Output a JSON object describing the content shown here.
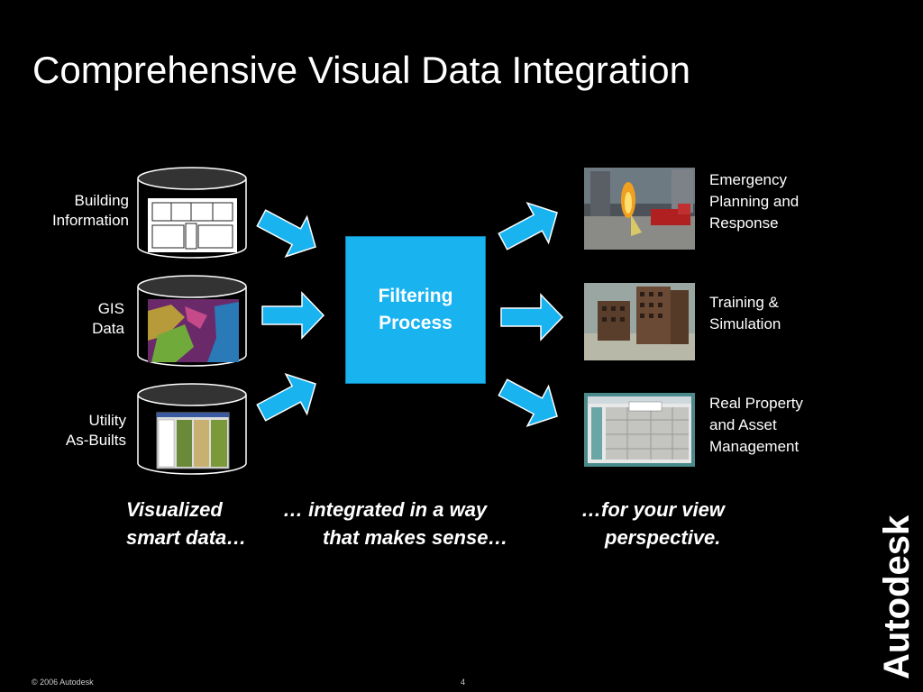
{
  "slide": {
    "title": "Comprehensive Visual Data Integration",
    "sources": [
      {
        "line1": "Building",
        "line2": "Information"
      },
      {
        "line1": "GIS",
        "line2": "Data"
      },
      {
        "line1": "Utility",
        "line2": "As-Builts"
      }
    ],
    "filter": {
      "line1": "Filtering",
      "line2": "Process"
    },
    "outputs": [
      {
        "line1": "Emergency",
        "line2": "Planning and",
        "line3": "Response"
      },
      {
        "line1": "Training &",
        "line2": "Simulation"
      },
      {
        "line1": "Real Property",
        "line2": "and Asset",
        "line3": "Management"
      }
    ],
    "captions": [
      {
        "line1": "Visualized",
        "line2": "smart data…"
      },
      {
        "line1": "… integrated in a way",
        "line2": "that makes sense…"
      },
      {
        "line1": "…for your view",
        "line2": "perspective."
      }
    ],
    "footer": {
      "copyright": "© 2006 Autodesk",
      "page": "4"
    },
    "logo": "Autodesk",
    "colors": {
      "background": "#000000",
      "accent": "#19b3f0",
      "text": "#ffffff"
    }
  }
}
